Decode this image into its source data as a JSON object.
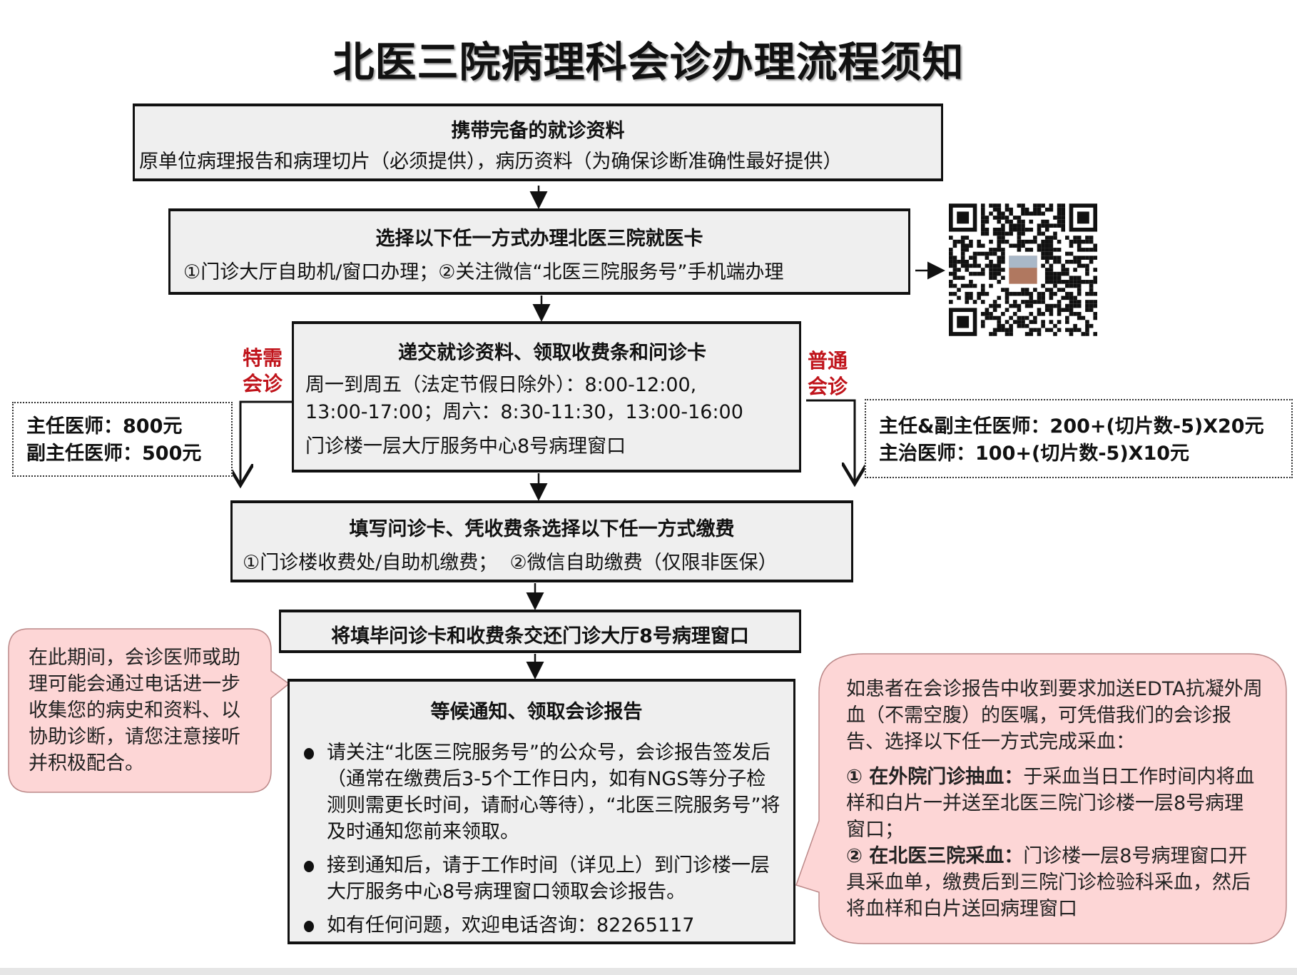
{
  "title": "北医三院病理科会诊办理流程须知",
  "step1": {
    "title": "携带完备的就诊资料",
    "text": "原单位病理报告和病理切片（必须提供），病历资料（为确保诊断准确性最好提供）"
  },
  "step2": {
    "title": "选择以下任一方式办理北医三院就医卡",
    "text": "①门诊大厅自助机/窗口办理；②关注微信“北医三院服务号”手机端办理"
  },
  "qr": {
    "icon": "qr-code"
  },
  "step3": {
    "title": "递交就诊资料、领取收费条和问诊卡",
    "hours1": "周一到周五（法定节假日除外）：8:00-12:00,",
    "hours2": "13:00-17:00；周六：8:30-11:30，13:00-16:00",
    "location": "门诊楼一层大厅服务中心8号病理窗口"
  },
  "special": {
    "label1": "特需",
    "label2": "会诊",
    "line1": "主任医师：800元",
    "line2": "副主任医师：500元"
  },
  "normal": {
    "label1": "普通",
    "label2": "会诊",
    "line1": "主任&副主任医师：200+(切片数-5)X20元",
    "line2": "主治医师：100+(切片数-5)X10元"
  },
  "step4": {
    "title": "填写问诊卡、凭收费条选择以下任一方式缴费",
    "text": "①门诊楼收费处/自助机缴费；  ②微信自助缴费（仅限非医保）"
  },
  "step5": {
    "title": "将填毕问诊卡和收费条交还门诊大厅8号病理窗口"
  },
  "step6": {
    "title": "等候通知、领取会诊报告",
    "bullets": [
      "请关注“北医三院服务号”的公众号，会诊报告签发后（通常在缴费后3-5个工作日内，如有NGS等分子检测则需更长时间，请耐心等待），“北医三院服务号”将及时通知您前来领取。",
      "接到通知后，请于工作时间（详见上）到门诊楼一层大厅服务中心8号病理窗口领取会诊报告。",
      "如有任何问题，欢迎电话咨询：82265117"
    ]
  },
  "left_note": "在此期间，会诊医师或助理可能会通过电话进一步收集您的病史和资料、以协助诊断，请您注意接听并积极配合。",
  "right_note": {
    "intro": "如患者在会诊报告中收到要求加送EDTA抗凝外周血（不需空腹）的医嘱，可凭借我们的会诊报告、选择以下任一方式完成采血：",
    "opt1_label": "① 在外院门诊抽血：",
    "opt1_text": "于采血当日工作时间内将血样和白片一并送至北医三院门诊楼一层8号病理窗口；",
    "opt2_label": "② 在北医三院采血：",
    "opt2_text": "门诊楼一层8号病理窗口开具采血单，缴费后到三院门诊检验科采血，然后将血样和白片送回病理窗口"
  },
  "colors": {
    "box_fill": "#efefef",
    "bubble_fill": "#fdd6d6",
    "label_red": "#c0141b"
  }
}
